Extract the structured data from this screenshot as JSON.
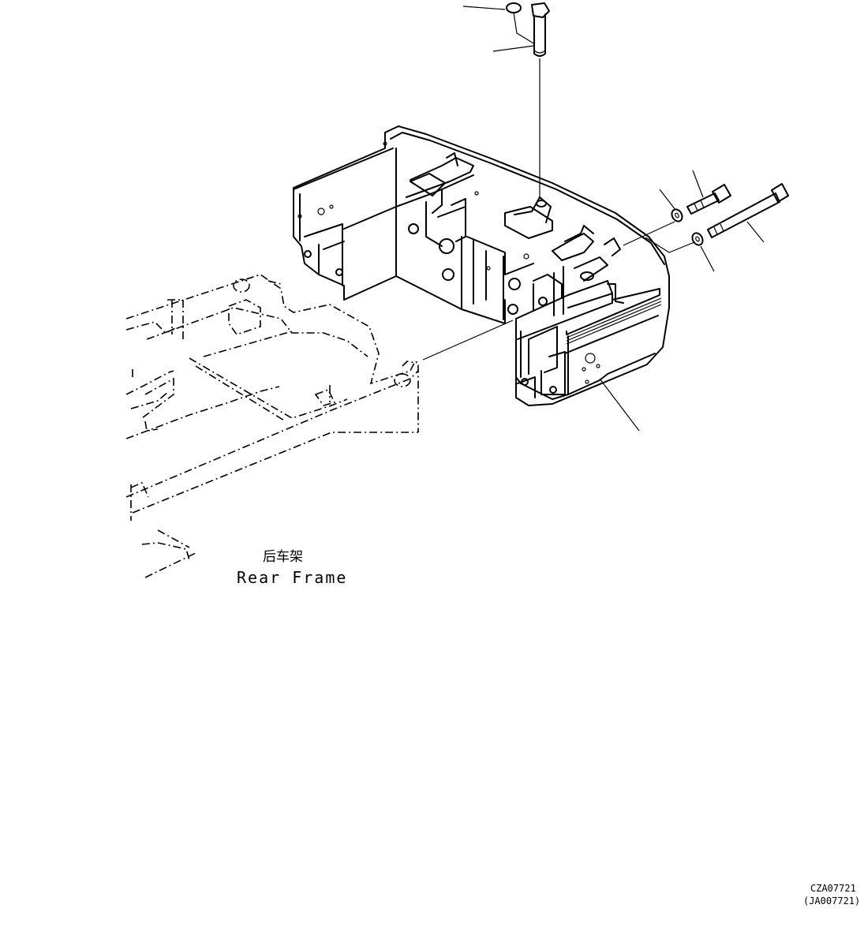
{
  "frame_label": {
    "chinese": "后车架",
    "english": "Rear Frame"
  },
  "drawing_codes": {
    "primary": "CZA07721",
    "secondary": "(JA007721)"
  },
  "icons": [
    "counterweight-part",
    "lifting-pin",
    "bolt",
    "washer",
    "rear-frame-phantom"
  ]
}
